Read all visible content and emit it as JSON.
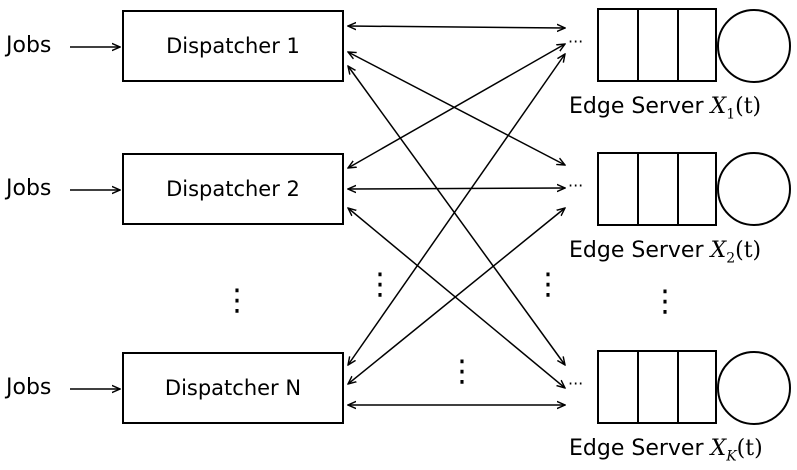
{
  "job_label": "Jobs",
  "dispatchers": [
    {
      "label": "Dispatcher 1"
    },
    {
      "label": "Dispatcher 2"
    },
    {
      "label": "Dispatcher N"
    }
  ],
  "servers": [
    {
      "label": "Edge Server",
      "var": "X",
      "sub": "1",
      "arg": "(t)"
    },
    {
      "label": "Edge Server",
      "var": "X",
      "sub": "2",
      "arg": "(t)"
    },
    {
      "label": "Edge Server",
      "var": "X",
      "sub": "K",
      "arg": "(t)"
    }
  ],
  "ellipsis_vertical": "⋮",
  "queue_ellipsis": "···"
}
